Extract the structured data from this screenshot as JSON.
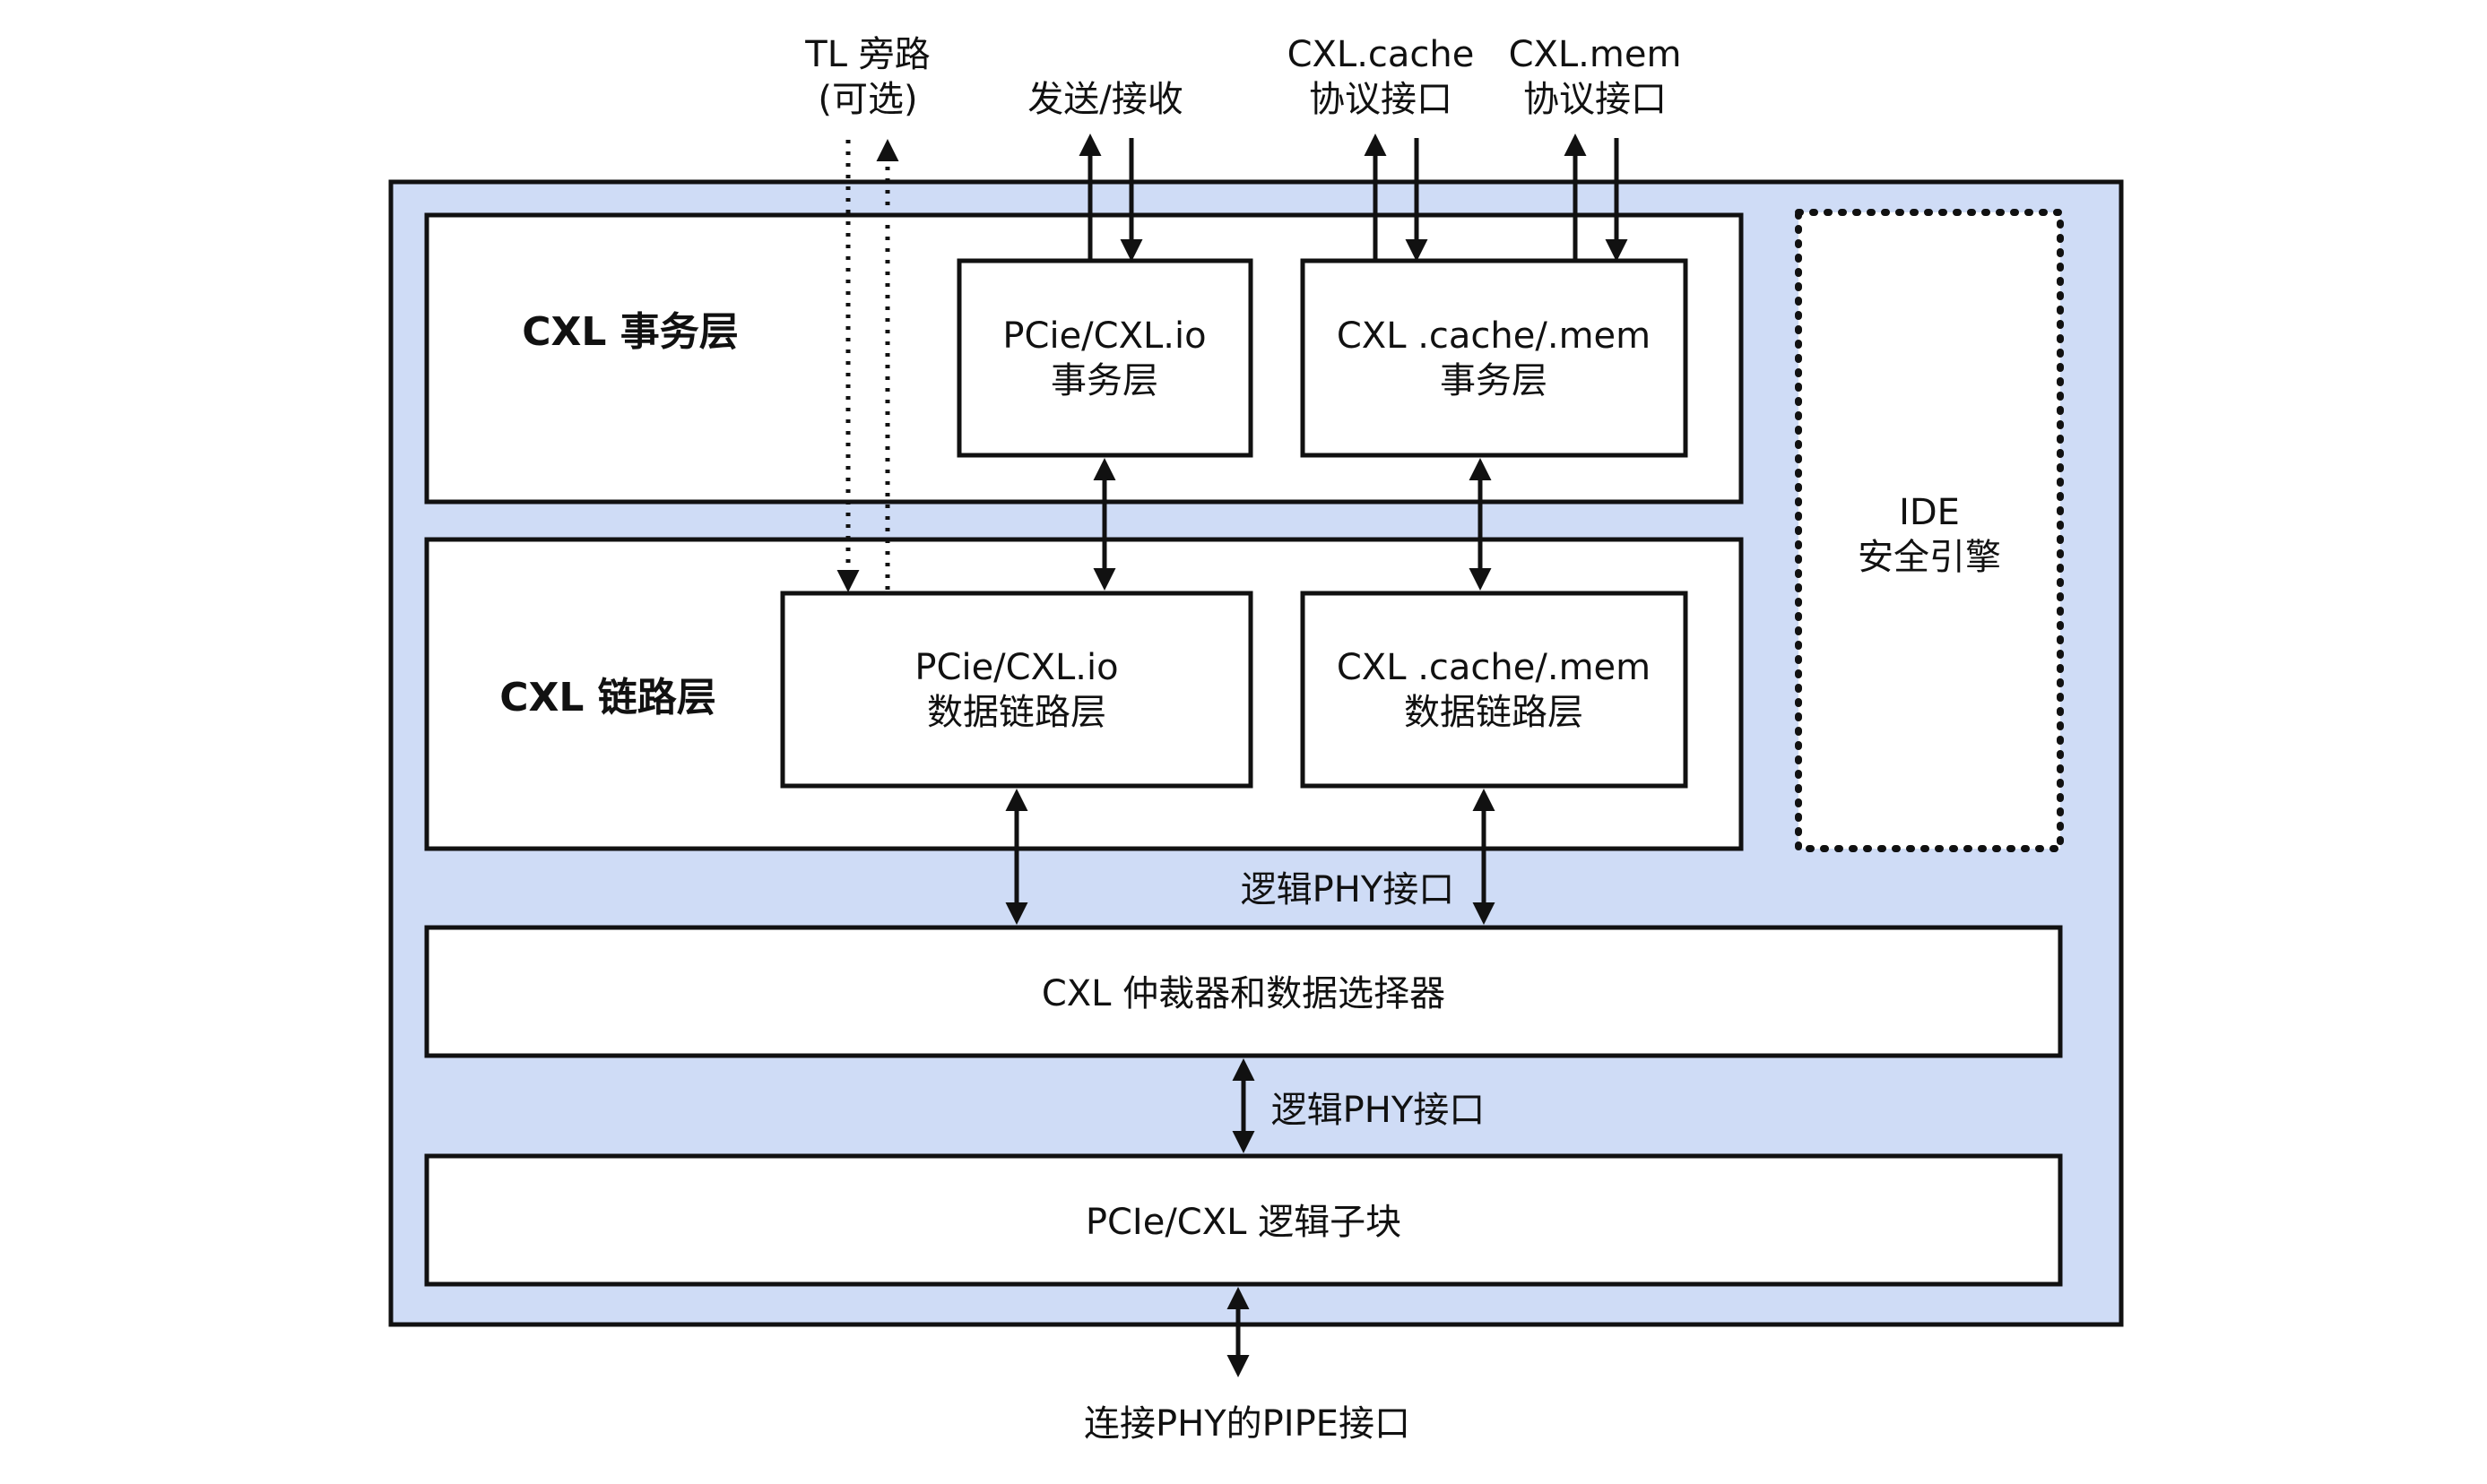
{
  "top_labels": {
    "tl_bypass_line1": "TL 旁路",
    "tl_bypass_line2": "(可选)",
    "send_receive": "发送/接收",
    "cxl_cache_line1": "CXL.cache",
    "cxl_cache_line2": "协议接口",
    "cxl_mem_line1": "CXL.mem",
    "cxl_mem_line2": "协议接口"
  },
  "transaction_layer": {
    "title": "CXL 事务层",
    "io_box_line1": "PCie/CXL.io",
    "io_box_line2": "事务层",
    "cachemem_box_line1": "CXL .cache/.mem",
    "cachemem_box_line2": "事务层"
  },
  "link_layer": {
    "title": "CXL 链路层",
    "io_box_line1": "PCie/CXL.io",
    "io_box_line2": "数据链路层",
    "cachemem_box_line1": "CXL .cache/.mem",
    "cachemem_box_line2": "数据链路层"
  },
  "ide": {
    "line1": "IDE",
    "line2": "安全引擎"
  },
  "logical_phy_interface_1": "逻辑PHY接口",
  "arbiter": "CXL 仲裁器和数据选择器",
  "logical_phy_interface_2": "逻辑PHY接口",
  "logic_subblock": "PCIe/CXL 逻辑子块",
  "bottom_label": "连接PHY的PIPE接口",
  "colors": {
    "outer_fill": "#cfdcf6",
    "box_fill": "#ffffff",
    "stroke": "#111111"
  }
}
